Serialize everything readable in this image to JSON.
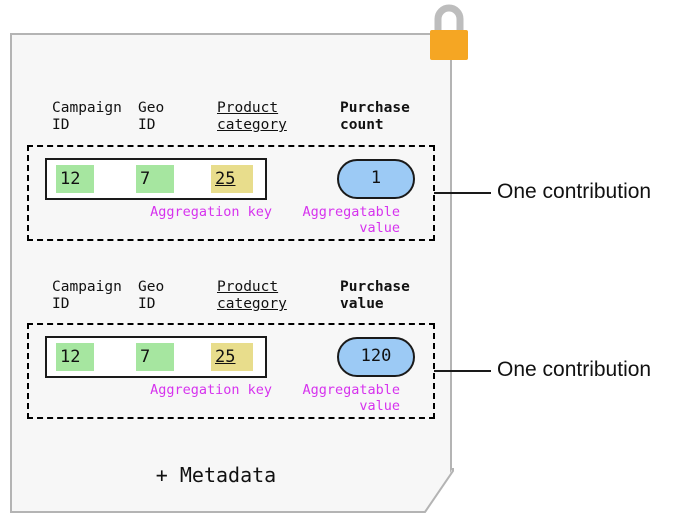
{
  "diagram": {
    "card": {
      "lock_icon": "padlock-icon",
      "lock_body_color": "#f5a623",
      "lock_shackle_color": "#bdbdbd",
      "background_color": "#f7f7f7",
      "border_color": "#b4b4b4",
      "metadata_label": "+ Metadata"
    },
    "accent_colors": {
      "key_chip_green": "#a6e6a0",
      "key_chip_yellow": "#e8dd8c",
      "value_bubble_blue": "#9ccaf5",
      "caption_purple": "#d633ee",
      "outline_black": "#1a1a1a"
    },
    "captions": {
      "aggregation_key": "Aggregation key",
      "aggregatable_value": "Aggregatable\nvalue"
    },
    "callout_label": "One contribution",
    "contributions": [
      {
        "headers": {
          "campaign": "Campaign\nID",
          "geo": "Geo\nID",
          "product": "Product\ncategory",
          "metric": "Purchase\ncount"
        },
        "key": {
          "campaign_id": "12",
          "geo_id": "7",
          "product_category": "25"
        },
        "value": "1",
        "callout": "One contribution",
        "caption_key": "Aggregation key",
        "caption_value": "Aggregatable\nvalue"
      },
      {
        "headers": {
          "campaign": "Campaign\nID",
          "geo": "Geo\nID",
          "product": "Product\ncategory",
          "metric": "Purchase\nvalue"
        },
        "key": {
          "campaign_id": "12",
          "geo_id": "7",
          "product_category": "25"
        },
        "value": "120",
        "callout": "One contribution",
        "caption_key": "Aggregation key",
        "caption_value": "Aggregatable\nvalue"
      }
    ]
  }
}
